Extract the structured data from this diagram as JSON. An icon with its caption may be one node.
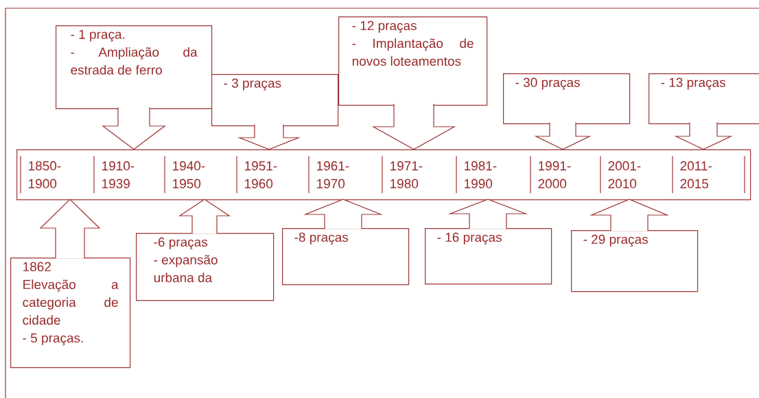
{
  "diagram": {
    "nodes": [
      {
        "text": [],
        "shape": "box"
      },
      {
        "text": [
          "1850- 1900"
        ],
        "in": 0
      },
      {
        "text": [
          "1910- 1939"
        ],
        "in": 0
      },
      {
        "text": [
          "1940- 1950"
        ],
        "in": 0
      },
      {
        "text": [
          "1951- 1960"
        ],
        "in": 0
      },
      {
        "text": [
          "1961- 1970"
        ],
        "in": 0
      },
      {
        "text": [
          "1971- 1980"
        ],
        "in": 0
      },
      {
        "text": [
          "1981- 1990"
        ],
        "in": 0
      },
      {
        "text": [
          "1991- 2000"
        ],
        "in": 0
      },
      {
        "text": [
          "2001- 2010"
        ],
        "in": 0
      },
      {
        "text": [
          "2011- 2015"
        ],
        "in": 0
      },
      {
        "text": [
          "- 1 praça.",
          "- Ampliação da estrada de ferro"
        ]
      },
      {
        "text": [
          "- 3 praças"
        ]
      },
      {
        "text": [
          "- 12 praças",
          "- Implantação de novos loteamentos"
        ]
      },
      {
        "text": [
          "- 30 praças"
        ]
      },
      {
        "text": [
          "- 13 praças"
        ]
      },
      {
        "text": [
          "1862",
          "Elevação a categoria de cidade",
          "- 5 praças."
        ]
      },
      {
        "text": [
          "-6 praças",
          "- expansão urbana da"
        ]
      },
      {
        "text": [
          "-8 praças"
        ]
      },
      {
        "text": [
          "- 16 praças"
        ]
      },
      {
        "text": [
          "- 29 praças"
        ]
      }
    ],
    "edges": [
      {
        "from": 11,
        "to": 2,
        "arrow": "to"
      },
      {
        "from": 12,
        "to": 4,
        "arrow": "to"
      },
      {
        "from": 13,
        "to": 6,
        "arrow": "to"
      },
      {
        "from": 14,
        "to": 8,
        "arrow": "to"
      },
      {
        "from": 15,
        "to": 10,
        "arrow": "to"
      },
      {
        "from": 16,
        "to": 1,
        "arrow": "to"
      },
      {
        "from": 17,
        "to": 3,
        "arrow": "to"
      },
      {
        "from": 18,
        "to": 5,
        "arrow": "to"
      },
      {
        "from": 19,
        "to": 7,
        "arrow": "to"
      },
      {
        "from": 20,
        "to": 9,
        "arrow": "to"
      }
    ]
  }
}
